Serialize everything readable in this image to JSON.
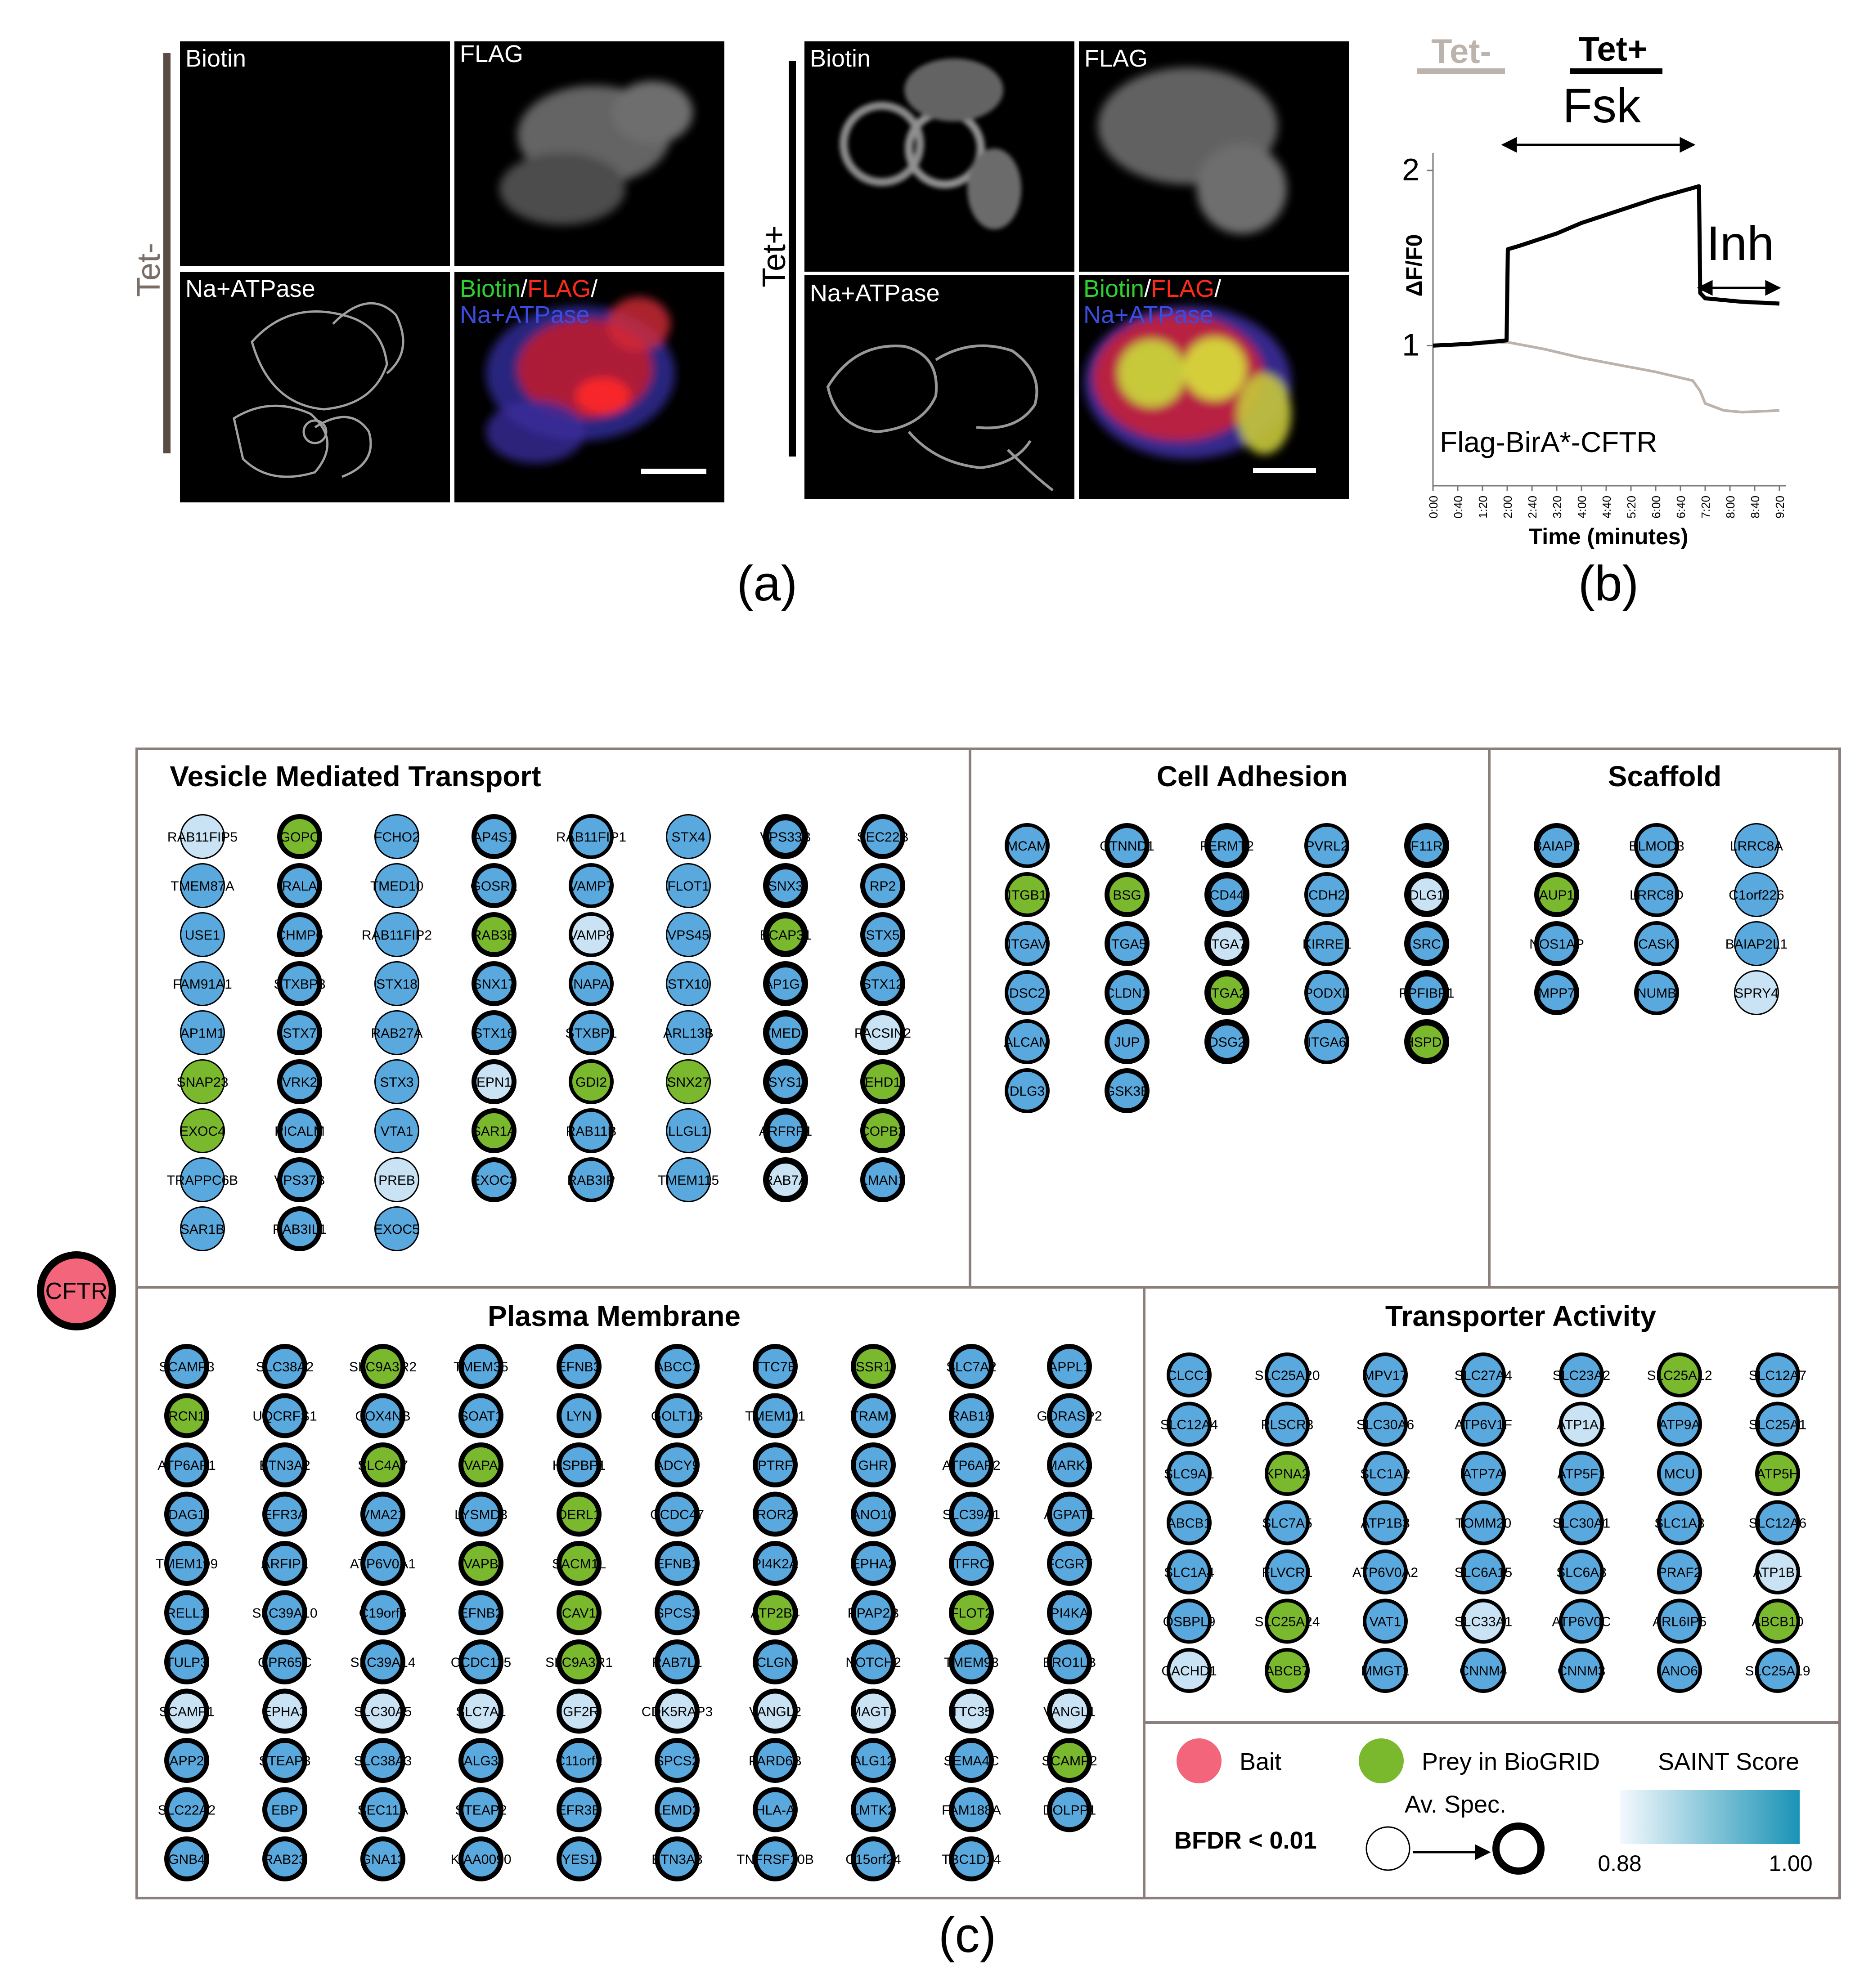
{
  "panel_a": {
    "tet_minus": {
      "side_label": "Tet-",
      "tiles": [
        {
          "label": "Biotin"
        },
        {
          "label": "FLAG"
        },
        {
          "label": "Na+ATPase"
        },
        {
          "label_parts": [
            "Biotin",
            "/",
            "FLAG",
            "/"
          ],
          "label_line2": "Na+ATPase"
        }
      ]
    },
    "tet_plus": {
      "side_label": "Tet+",
      "tiles": [
        {
          "label": "Biotin"
        },
        {
          "label": "FLAG"
        },
        {
          "label": "Na+ATPase"
        },
        {
          "label_parts": [
            "Biotin",
            "/",
            "FLAG",
            "/"
          ],
          "label_line2": "Na+ATPase"
        }
      ]
    },
    "caption": "(a)"
  },
  "panel_b": {
    "caption": "(b)",
    "chart_data": {
      "type": "line",
      "legend": [
        "Tet-",
        "Tet+"
      ],
      "arrow_labels": [
        "Fsk",
        "Inh"
      ],
      "ylabel": "ΔF/F0",
      "xlabel": "Time (minutes)",
      "annotation": "Flag-BirA*-CFTR",
      "yticks": [
        "1",
        "2"
      ],
      "xticks": [
        "0:00",
        "0:40",
        "1:20",
        "2:00",
        "2:40",
        "3:20",
        "4:00",
        "4:40",
        "5:20",
        "6:00",
        "6:40",
        "7:20",
        "8:00",
        "8:40",
        "9:20"
      ],
      "xlim": [
        0,
        560
      ],
      "ylim": [
        0.2,
        2.1
      ],
      "series": [
        {
          "name": "Tet+",
          "color": "#000000",
          "x": [
            0,
            60,
            119,
            121,
            140,
            200,
            240,
            300,
            360,
            400,
            420,
            430,
            432,
            440,
            500,
            560
          ],
          "y": [
            1.0,
            1.01,
            1.03,
            1.55,
            1.57,
            1.64,
            1.7,
            1.77,
            1.84,
            1.88,
            1.9,
            1.91,
            1.3,
            1.27,
            1.25,
            1.24
          ]
        },
        {
          "name": "Tet-",
          "color": "#bdb3ad",
          "x": [
            0,
            60,
            120,
            180,
            240,
            300,
            360,
            420,
            432,
            440,
            470,
            500,
            560
          ],
          "y": [
            1.0,
            1.01,
            1.02,
            0.98,
            0.93,
            0.89,
            0.85,
            0.8,
            0.74,
            0.67,
            0.63,
            0.62,
            0.63
          ]
        }
      ]
    }
  },
  "panel_c": {
    "caption": "(c)",
    "bait": {
      "label": "CFTR",
      "color": "#f2657a"
    },
    "colors": {
      "prey": "#5aa9de",
      "biogrid": "#7ab82e",
      "bait": "#f2657a",
      "saint_low": "#f4f9fd",
      "saint_high": "#1a93b6"
    },
    "sections": [
      {
        "title": "Vesicle Mediated Transport",
        "columns": [
          [
            "RAB11FIP5",
            "TMEM87A",
            "USE1",
            "FAM91A1",
            "AP1M1",
            "SNAP23",
            "EXOC4",
            "TRAPPC6B",
            "SAR1B"
          ],
          [
            "GOPC",
            "RALA",
            "CHMP6",
            "STXBP3",
            "STX7",
            "VRK2",
            "PICALM",
            "VPS37B",
            "RAB3IL1"
          ],
          [
            "FCHO2",
            "TMED10",
            "RAB11FIP2",
            "STX18",
            "RAB27A",
            "STX3",
            "VTA1",
            "PREB",
            "EXOC5"
          ],
          [
            "AP4S1",
            "GOSR1",
            "RAB3B",
            "SNX17",
            "STX16",
            "EPN1",
            "SAR1A",
            "EXOC3"
          ],
          [
            "RAB11FIP1",
            "VAMP7",
            "VAMP8",
            "NAPA",
            "STXBP1",
            "GDI2",
            "RAB11B",
            "RAB3IP"
          ],
          [
            "STX4",
            "FLOT1",
            "VPS45",
            "STX10",
            "ARL13B",
            "SNX27",
            "LLGL1",
            "TMEM115"
          ],
          [
            "VPS33B",
            "SNX3",
            "BCAP31",
            "AP1G1",
            "TMED5",
            "SYS1",
            "ARFRP1",
            "RAB7A"
          ],
          [
            "SEC22B",
            "RP2",
            "STX5",
            "STX12",
            "PACSIN2",
            "EHD1",
            "COPB2",
            "LMAN1"
          ]
        ]
      },
      {
        "title": "Cell Adhesion",
        "columns": [
          [
            "MCAM",
            "ITGB1",
            "ITGAV",
            "DSC2",
            "ALCAM",
            "DLG3"
          ],
          [
            "CTNND1",
            "BSG",
            "ITGA5",
            "CLDN1",
            "JUP",
            "GSK3B"
          ],
          [
            "FERMT2",
            "CD44",
            "ITGA7",
            "ITGA2",
            "DSG2"
          ],
          [
            "PVRL2",
            "CDH2",
            "KIRREL",
            "PODXL",
            "ITGA6"
          ],
          [
            "F11R",
            "DLG1",
            "SRC",
            "PPFIBP1",
            "HSPD1"
          ]
        ]
      },
      {
        "title": "Scaffold",
        "columns": [
          [
            "BAIAP2",
            "AUP1",
            "NOS1AP",
            "MPP7"
          ],
          [
            "ELMOD3",
            "LRRC8D",
            "CASK",
            "NUMB"
          ],
          [
            "LRRC8A",
            "C1orf226",
            "BAIAP2L1",
            "SPRY4"
          ]
        ]
      },
      {
        "title": "Plasma Membrane",
        "columns": [
          [
            "SCAMP3",
            "RCN1",
            "ATP6AP1",
            "DAG1",
            "TMEM199",
            "RELL1",
            "TULP3",
            "SCAMP1",
            "APP2",
            "SLC22A2",
            "GNB4"
          ],
          [
            "SLC38A2",
            "UQCRFS1",
            "BTN3A2",
            "EFR3A",
            "ARFIP1",
            "SLC39A10",
            "GPR65C",
            "EPHA3",
            "STEAP3",
            "EBP",
            "RAB23"
          ],
          [
            "SLC9A3R2",
            "COX4NB",
            "SLC4A7",
            "VMA21",
            "ATP6V0A1",
            "C19orf6",
            "SLC39A14",
            "SLC30A5",
            "SLC38A3",
            "SEC11A",
            "GNA13"
          ],
          [
            "TMEM35",
            "SOAT1",
            "VAPA",
            "LYSMD3",
            "VAPB",
            "EFNB2",
            "CCDC115",
            "SLC7A1",
            "ALG3",
            "STEAP2",
            "KIAA0090"
          ],
          [
            "EFNB3",
            "LYN",
            "HSPBP1",
            "DERL1",
            "SACM1L",
            "CAV1",
            "SLC9A3R1",
            "IGF2R",
            "C11orf2",
            "EFR3B",
            "YES1"
          ],
          [
            "ABCC1",
            "GOLT1B",
            "ADCY9",
            "CCDC47",
            "EFNB1",
            "SPCS3",
            "RAB7L1",
            "CDK5RAP3",
            "SPCS2",
            "LEMD2",
            "BTN3A3"
          ],
          [
            "TTC7B",
            "TMEM111",
            "PTRF",
            "ROR2",
            "PI4K2A",
            "ATP2B4",
            "CLGN",
            "VANGL2",
            "PARD6B",
            "HLA-A",
            "TNFRSF10B"
          ],
          [
            "SSR1",
            "TRAM1",
            "GHR",
            "ANO10",
            "EPHA2",
            "PPAP2B",
            "NOTCH2",
            "MAGT1",
            "ALG12",
            "LMTK2",
            "C15orf24"
          ],
          [
            "SLC7A2",
            "RAB18",
            "ATP6AP2",
            "SLC39A1",
            "TFRC",
            "FLOT2",
            "TMEM93",
            "TTC35",
            "SEMA4C",
            "FAM188A",
            "TBC1D14"
          ],
          [
            "APPL1",
            "GORASP2",
            "MARK3",
            "AGPAT1",
            "FCGRT",
            "PI4KA",
            "ERO1LB",
            "VANGL1",
            "SCAMP2",
            "DOLPP1"
          ]
        ]
      },
      {
        "title": "Transporter Activity",
        "columns": [
          [
            "CLCC1",
            "SLC12A4",
            "SLC9A1",
            "ABCB1",
            "SLC1A4",
            "OSBPL9",
            "CACHD1"
          ],
          [
            "SLC25A20",
            "PLSCR3",
            "KPNA2",
            "SLC7A5",
            "FLVCR1",
            "SLC25A24",
            "ABCB7"
          ],
          [
            "MPV17",
            "SLC30A6",
            "SLC1A2",
            "ATP1B3",
            "ATP6V0A2",
            "VAT1",
            "MMGT1"
          ],
          [
            "SLC27A4",
            "ATP6V1F",
            "ATP7A",
            "TOMM20",
            "SLC6A15",
            "SLC33A1",
            "CNNM4"
          ],
          [
            "SLC23A2",
            "ATP1A1",
            "ATP5F1",
            "SLC30A1",
            "SLC6A8",
            "ATP6V0C",
            "CNNM3"
          ],
          [
            "SLC25A12",
            "ATP9A",
            "MCU",
            "SLC1A3",
            "PRAF2",
            "ARL6IP5",
            "ANO6"
          ],
          [
            "SLC12A7",
            "SLC25A1",
            "ATP5H",
            "SLC12A6",
            "ATP1B1",
            "ABCB10",
            "SLC25A19"
          ]
        ]
      }
    ],
    "legend": {
      "bait": "Bait",
      "biogrid": "Prey in BioGRID",
      "saint": "SAINT Score",
      "bfdr": "BFDR < 0.01",
      "avspec": "Av. Spec.",
      "saint_min": "0.88",
      "saint_max": "1.00"
    },
    "biogrid_genes": [
      "GOPC",
      "SNAP23",
      "EXOC4",
      "RAB3B",
      "SAR1A",
      "GDI2",
      "SNX27",
      "BCAP31",
      "EHD1",
      "COPB2",
      "ITGB1",
      "BSG",
      "ITGA2",
      "HSPD1",
      "AUP1",
      "RCN1",
      "SLC9A3R2",
      "SLC4A7",
      "VAPA",
      "VAPB",
      "DERL1",
      "SACM1L",
      "CAV1",
      "SLC9A3R1",
      "ATP2B4",
      "SSR1",
      "FLOT2",
      "SCAMP2",
      "KPNA2",
      "SLC25A24",
      "ABCB7",
      "SLC25A12",
      "ATP5H",
      "ABCB10"
    ]
  }
}
